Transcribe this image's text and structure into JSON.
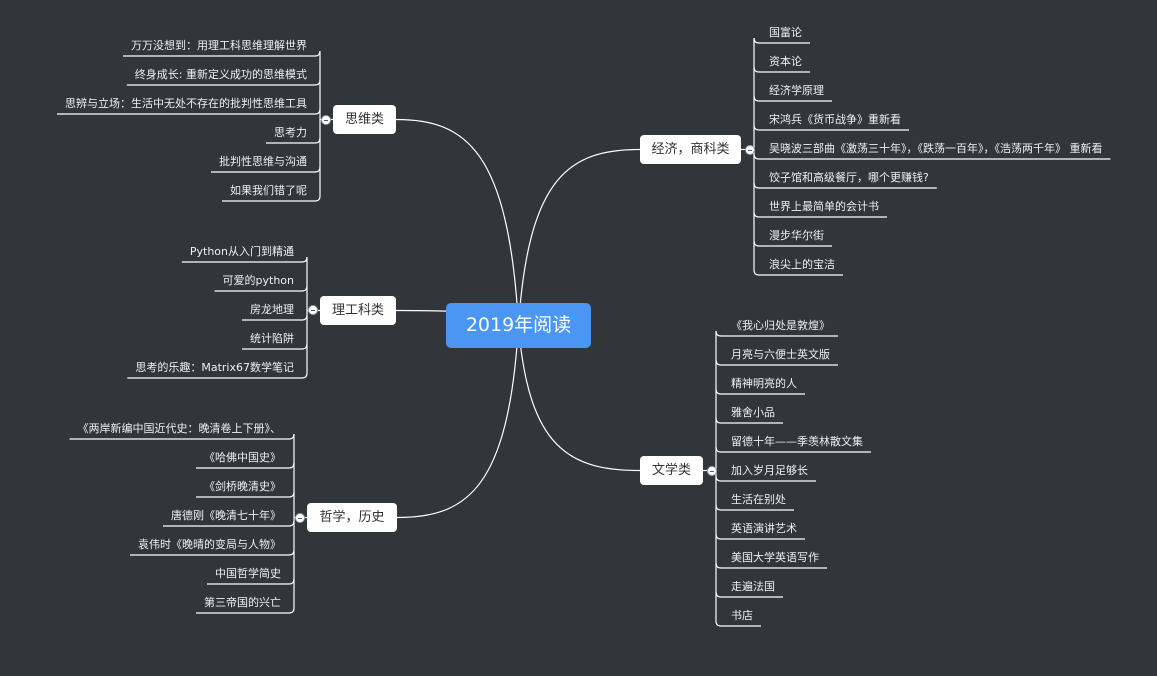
{
  "root": "2019年阅读",
  "colors": {
    "background": "#323539",
    "root": "#4a96f2",
    "line": "#ffffff"
  },
  "icons": {
    "collapse": "minus-circle-icon"
  },
  "branches": {
    "thinking": {
      "label": "思维类",
      "items": [
        "万万没想到：用理工科思维理解世界",
        "终身成长: 重新定义成功的思维模式",
        "思辨与立场：生活中无处不存在的批判性思维工具",
        "思考力",
        "批判性思维与沟通",
        "如果我们错了呢"
      ]
    },
    "science": {
      "label": "理工科类",
      "items": [
        "Python从入门到精通",
        "可爱的python",
        "房龙地理",
        "统计陷阱",
        "思考的乐趣：Matrix67数学笔记"
      ]
    },
    "history": {
      "label": "哲学，历史",
      "items": [
        "《两岸新编中国近代史：晚清卷上下册》、",
        "《哈佛中国史》",
        "《剑桥晚清史》",
        "唐德刚《晚清七十年》",
        "袁伟时《晚晴的变局与人物》",
        "中国哲学简史",
        "第三帝国的兴亡"
      ]
    },
    "economics": {
      "label": "经济，商科类",
      "items": [
        "国富论",
        "资本论",
        "经济学原理",
        "宋鸿兵《货币战争》重新看",
        "吴晓波三部曲《激荡三十年》，《跌荡一百年》，《浩荡两千年》 重新看",
        "饺子馆和高级餐厅，哪个更赚钱?",
        "世界上最简单的会计书",
        "漫步华尔街",
        "浪尖上的宝洁"
      ]
    },
    "literature": {
      "label": "文学类",
      "items": [
        "《我心归处是敦煌》",
        "月亮与六便士英文版",
        "精神明亮的人",
        "雅舍小品",
        "留德十年——季羡林散文集",
        "加入岁月足够长",
        "生活在别处",
        "英语演讲艺术",
        "美国大学英语写作",
        "走遍法国",
        "书店"
      ]
    }
  }
}
